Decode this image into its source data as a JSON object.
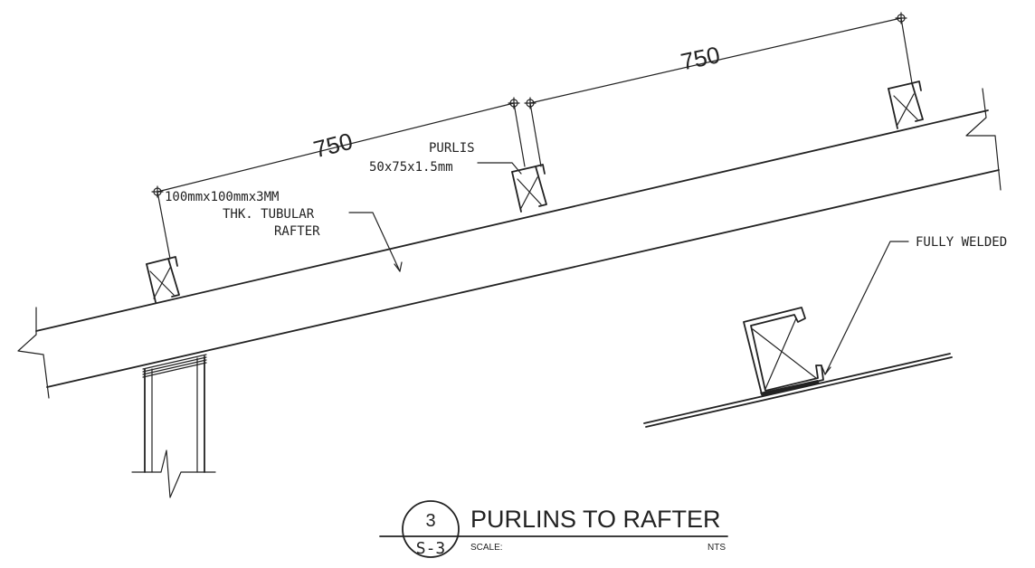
{
  "dimensions": {
    "left_span": "750",
    "right_span": "750"
  },
  "labels": {
    "rafter_line1": "100mmx100mmx3MM",
    "rafter_line2": "THK. TUBULAR",
    "rafter_line3": "RAFTER",
    "purlin_line1": "PURLIS",
    "purlin_line2": "50x75x1.5mm",
    "weld": "FULLY WELDED"
  },
  "title_block": {
    "detail_number": "3",
    "sheet_number": "S-3",
    "title": "PURLINS TO RAFTER",
    "scale_label": "SCALE:",
    "scale_value": "NTS"
  }
}
